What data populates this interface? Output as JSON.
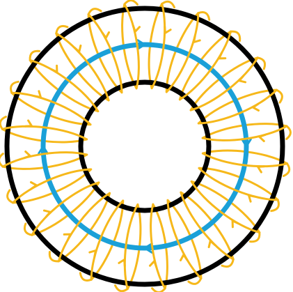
{
  "diagram": {
    "kind": "toroidal-coil",
    "turns": 24,
    "colors": {
      "torus_outline": "#000000",
      "field_line": "#1aa0d8",
      "winding": "#f6b81a",
      "background": "#ffffff"
    },
    "field_direction": "clockwise",
    "winding_direction": "outward-on-top"
  }
}
